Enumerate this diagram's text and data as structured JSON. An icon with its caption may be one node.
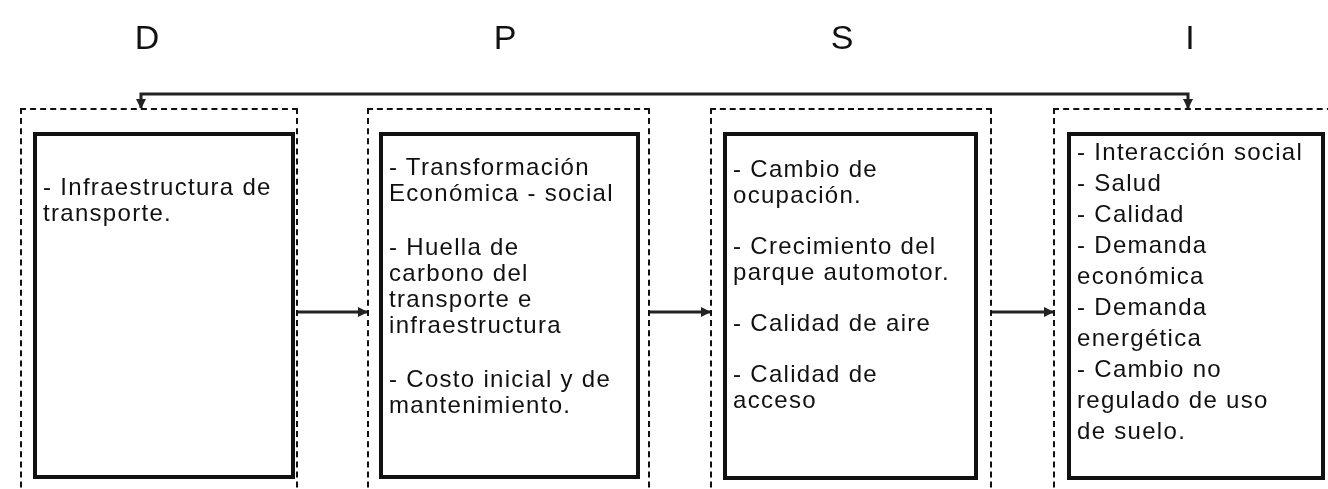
{
  "diagram": {
    "nodes": [
      {
        "text": [],
        "shape": "box"
      },
      {
        "text": [
          "- Infraestructura de transporte."
        ],
        "in": 0
      },
      {
        "text": [],
        "shape": "box"
      },
      {
        "text": [
          "- Transformación Económica - social",
          "- Huella de carbono del transporte e infraestructura",
          "- Costo inicial y de mantenimiento."
        ],
        "in": 2
      },
      {
        "text": [],
        "shape": "box"
      },
      {
        "text": [
          "- Cambio de ocupación.",
          "- Crecimiento del parque automotor.",
          "- Calidad de aire",
          "- Calidad de acceso"
        ],
        "in": 4
      },
      {
        "text": [],
        "shape": "box"
      },
      {
        "text": [
          "- Interacción social",
          "- Salud",
          "- Calidad",
          "- Demanda económica",
          "- Demanda energética",
          "- Cambio no regulado de uso de suelo."
        ],
        "in": 6
      }
    ],
    "edges": [
      {
        "from": 0,
        "to": 2,
        "arrow": "to"
      },
      {
        "from": 2,
        "to": 4,
        "arrow": "to"
      },
      {
        "from": 4,
        "to": 6,
        "arrow": "to"
      },
      {
        "from": 0,
        "to": 6,
        "arrow": "both"
      }
    ],
    "labels": [
      "D",
      "P",
      "S",
      "I"
    ]
  }
}
